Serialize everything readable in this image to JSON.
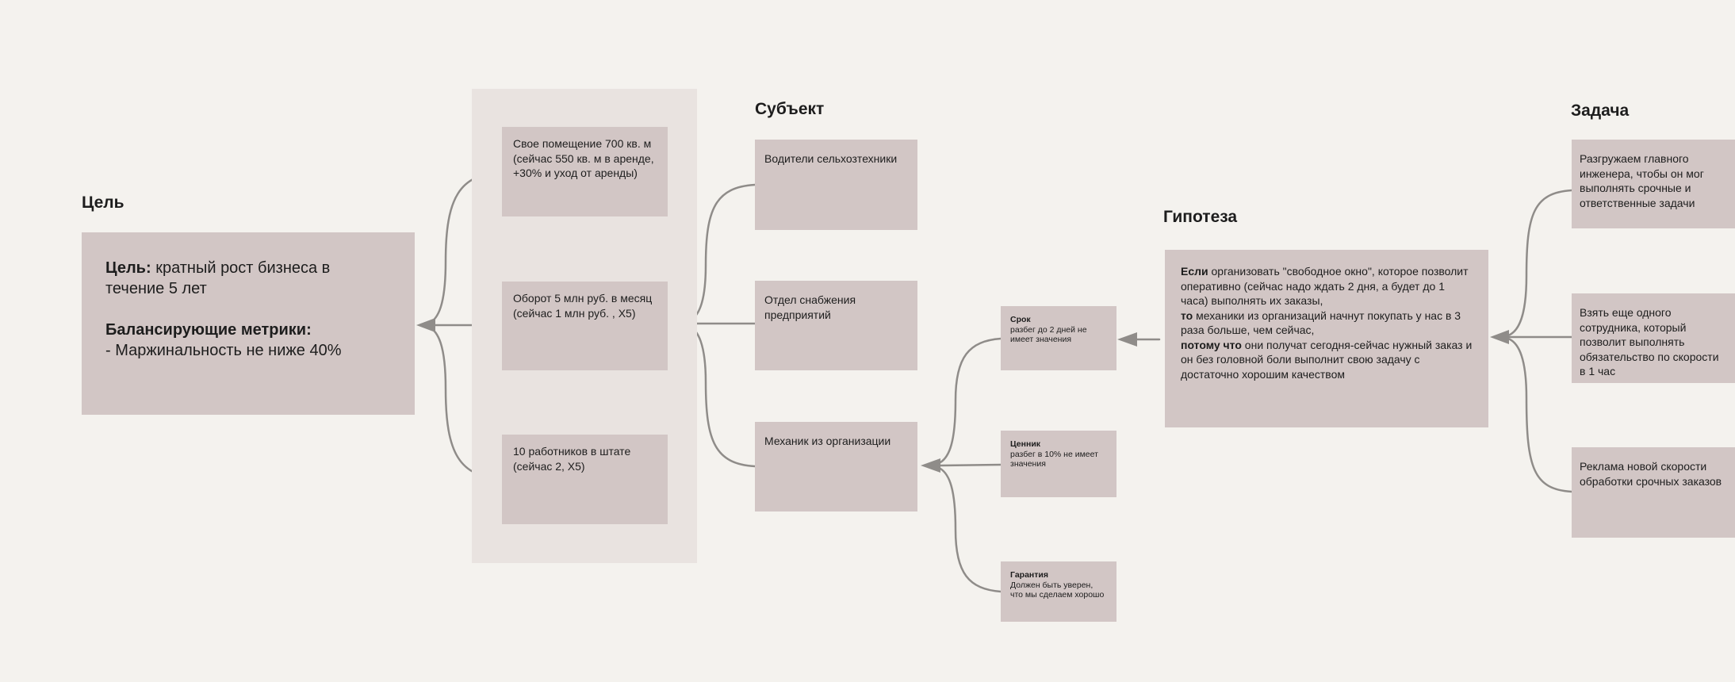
{
  "canvas": {
    "background": "#f4f2ee",
    "node_fill": "#d2c6c5",
    "container_fill": "#e9e3e0",
    "arrow_color": "#8f8c89",
    "text_color": "#1d1d1d"
  },
  "goal": {
    "heading": "Цель",
    "label_bold": "Цель:",
    "label_text": " кратный рост бизнеса в течение 5 лет",
    "metrics_bold": "Балансирующие метрики:",
    "metrics_item": "- Маржинальность не ниже 40%"
  },
  "growth_metrics": {
    "items": [
      {
        "text": "Свое помещение 700 кв. м (сейчас 550 кв. м в аренде, +30% и уход от аренды)"
      },
      {
        "text": "Оборот 5 млн руб. в месяц (сейчас 1 млн руб. , Х5)"
      },
      {
        "text": "10 работников в штате (сейчас 2, Х5)"
      }
    ]
  },
  "subject": {
    "heading": "Субъект",
    "items": [
      {
        "text": "Водители сельхозтехники"
      },
      {
        "text": "Отдел снабжения предприятий"
      },
      {
        "text": "Механик из организации"
      }
    ]
  },
  "criteria": {
    "items": [
      {
        "title": "Срок",
        "text": "разбег до 2 дней не имеет значения"
      },
      {
        "title": "Ценник",
        "text": "разбег в 10% не имеет значения"
      },
      {
        "title": "Гарантия",
        "text": "Должен быть уверен, что мы сделаем хорошо"
      }
    ]
  },
  "hypothesis": {
    "heading": "Гипотеза",
    "clauses": [
      {
        "bold": "Если",
        "text": " организовать \"свободное окно\", которое позволит оперативно (сейчас надо ждать 2 дня, а будет до 1 часа) выполнять их заказы,"
      },
      {
        "bold": "то",
        "text": " механики из организаций начнут покупать у нас в 3 раза больше, чем сейчас,"
      },
      {
        "bold": "потому что",
        "text": " они получат сегодня-сейчас нужный заказ и он без головной боли выполнит свою задачу с достаточно хорошим качеством"
      }
    ]
  },
  "tasks": {
    "heading": "Задача",
    "items": [
      {
        "text": "Разгружаем главного инженера, чтобы он мог выполнять срочные и ответственные задачи"
      },
      {
        "text": "Взять еще одного сотрудника, который позволит выполнять обязательство по скорости в 1 час"
      },
      {
        "text": "Реклама новой скорости обработки срочных заказов"
      }
    ]
  }
}
